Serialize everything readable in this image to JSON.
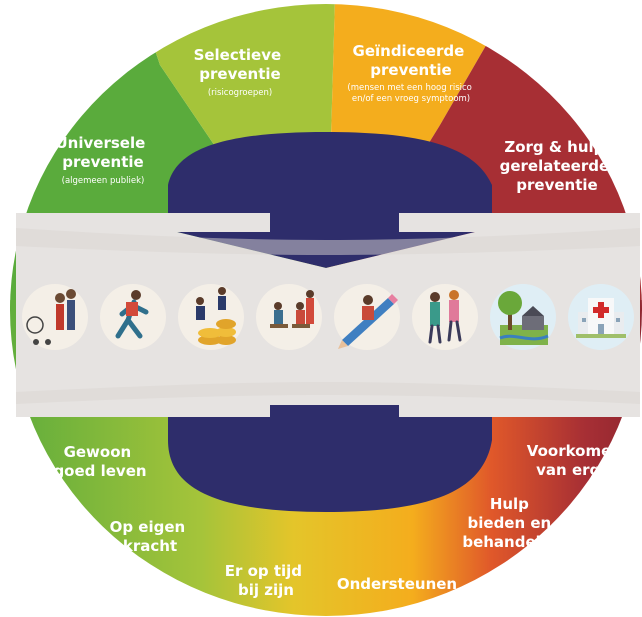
{
  "top_segments": [
    {
      "title_lines": [
        "Universele",
        "preventie"
      ],
      "subtitle_lines": [
        "(algemeen publiek)"
      ],
      "color": "#5aab3c"
    },
    {
      "title_lines": [
        "Selectieve",
        "preventie"
      ],
      "subtitle_lines": [
        "(risicogroepen)"
      ],
      "color": "#a5c43a"
    },
    {
      "title_lines": [
        "Geïndiceerde",
        "preventie"
      ],
      "subtitle_lines": [
        "(mensen met een hoog risico",
        "en/of een vroeg symptoom)"
      ],
      "color": "#f4ad1d"
    },
    {
      "title_lines": [
        "Zorg & hulp",
        "gerelateerde",
        "preventie"
      ],
      "subtitle_lines": [],
      "color": "#a72f34"
    }
  ],
  "bottom_labels": [
    {
      "lines": [
        "Gewoon",
        "goed leven"
      ]
    },
    {
      "lines": [
        "Op eigen",
        "kracht"
      ]
    },
    {
      "lines": [
        "Er op tijd",
        "bij zijn"
      ]
    },
    {
      "lines": [
        "Ondersteunen"
      ]
    },
    {
      "lines": [
        "Hulp",
        "bieden en",
        "behandelen"
      ]
    },
    {
      "lines": [
        "Voorkomen",
        "van erger"
      ]
    }
  ],
  "icons": [
    {
      "name": "family-stroller-icon"
    },
    {
      "name": "runner-icon"
    },
    {
      "name": "coins-climb-icon"
    },
    {
      "name": "classroom-icon"
    },
    {
      "name": "reading-pencil-icon"
    },
    {
      "name": "friends-walking-icon"
    },
    {
      "name": "landscape-tree-icon"
    },
    {
      "name": "hospital-icon"
    }
  ],
  "colors": {
    "green": "#5aab3c",
    "lime": "#a5c43a",
    "yellow": "#e4c52a",
    "orange": "#f4ad1d",
    "red": "#a72f34",
    "navy": "#2e2d6b",
    "band": "#e6e3e1"
  }
}
